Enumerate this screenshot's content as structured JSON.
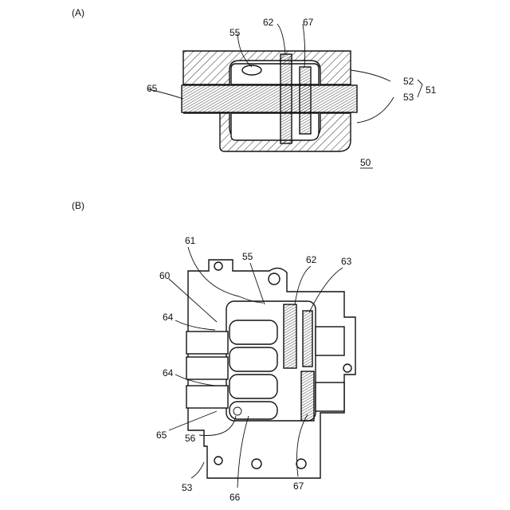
{
  "panel_a": {
    "caption": "(A)",
    "labels": {
      "l55": "55",
      "l62": "62",
      "l67": "67",
      "l65": "65",
      "l52": "52",
      "l53": "53",
      "l51": "51",
      "l50": "50"
    }
  },
  "panel_b": {
    "caption": "(B)",
    "labels": {
      "l61": "61",
      "l55": "55",
      "l62": "62",
      "l63": "63",
      "l60": "60",
      "l64a": "64",
      "l64b": "64",
      "l65": "65",
      "l56": "56",
      "l53": "53",
      "l66": "66",
      "l67": "67"
    }
  }
}
